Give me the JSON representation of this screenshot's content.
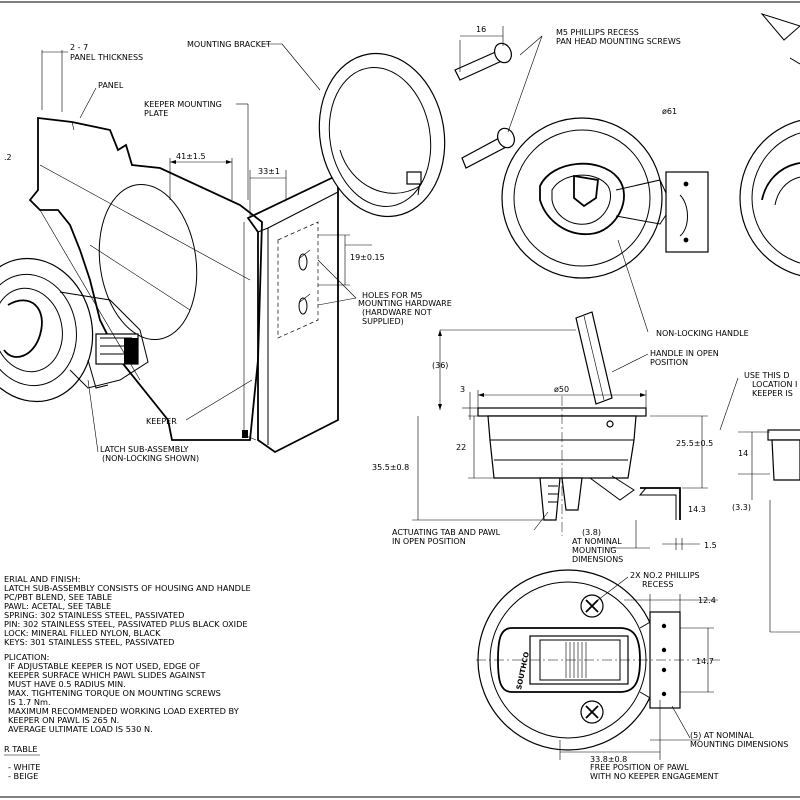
{
  "labels": {
    "panel_thickness_dim": "2 - 7",
    "panel_thickness": "PANEL THICKNESS",
    "panel": "PANEL",
    "mounting_bracket": "MOUNTING BRACKET",
    "screw_length": "16",
    "screws_1": "M5 PHILLIPS RECESS",
    "screws_2": "PAN HEAD MOUNTING SCREWS",
    "keeper_plate_1": "KEEPER MOUNTING",
    "keeper_plate_2": "PLATE",
    "dim_41": "41±1.5",
    "dim_33": "33±1",
    "dim_19": "19±0.15",
    "partial_dim": ".2",
    "holes_1": "HOLES FOR M5",
    "holes_2": "MOUNTING HARDWARE",
    "holes_3": "(HARDWARE NOT",
    "holes_4": "SUPPLIED)",
    "keeper": "KEEPER",
    "latch_1": "LATCH SUB-ASSEMBLY",
    "latch_2": "(NON-LOCKING SHOWN)",
    "dia_61": "ø61",
    "non_locking_handle": "NON-LOCKING HANDLE",
    "handle_open_1": "HANDLE IN OPEN",
    "handle_open_2": "POSITION",
    "use_this_1": "USE THIS D",
    "use_this_2": "LOCATION I",
    "use_this_3": "KEEPER IS",
    "dim_36": "(36)",
    "dim_3": "3",
    "dia_50": "ø50",
    "dim_22": "22",
    "dim_35_5": "35.5±0.8",
    "dim_25_5": "25.5±0.5",
    "dim_14": "14",
    "dim_3_3": "(3.3)",
    "dim_14_3": "14.3",
    "actuating_1": "ACTUATING TAB AND PAWL",
    "actuating_2": "IN OPEN POSITION",
    "dim_3_8": "(3.8)",
    "nominal_1": "AT NOMINAL",
    "nominal_2": "MOUNTING",
    "nominal_3": "DIMENSIONS",
    "dim_1_5": "1.5",
    "phillips_1": "2X NO.2 PHILLIPS",
    "phillips_2": "RECESS",
    "dim_12_4": "12.4",
    "dim_14_7": "14.7",
    "brand": "SOUTHCO",
    "dim_5_1": "(5) AT NOMINAL",
    "dim_5_2": "MOUNTING DIMENSIONS",
    "dim_33_8": "33.8±0.8",
    "free_pos_1": "FREE POSITION OF PAWL",
    "free_pos_2": "WITH NO KEEPER ENGAGEMENT"
  },
  "notes": {
    "material": [
      "ERIAL AND FINISH:",
      "LATCH SUB-ASSEMBLY CONSISTS OF HOUSING AND HANDLE",
      "PC/PBT BLEND, SEE TABLE",
      "PAWL: ACETAL, SEE TABLE",
      "SPRING: 302 STAINLESS STEEL, PASSIVATED",
      "PIN: 302 STAINLESS STEEL, PASSIVATED PLUS BLACK OXIDE",
      "LOCK: MINERAL FILLED NYLON, BLACK",
      "KEYS: 301 STAINLESS STEEL, PASSIVATED"
    ],
    "application": [
      "PLICATION:",
      "IF ADJUSTABLE KEEPER IS NOT USED, EDGE OF",
      "KEEPER SURFACE WHICH PAWL SLIDES AGAINST",
      "MUST HAVE 0.5 RADIUS MIN.",
      "MAX. TIGHTENING TORQUE ON MOUNTING SCREWS",
      "IS 1.7 Nm.",
      "MAXIMUM RECOMMENDED WORKING LOAD EXERTED BY",
      "KEEPER ON PAWL IS 265 N.",
      "AVERAGE ULTIMATE LOAD IS 530 N."
    ],
    "table_title": "R TABLE",
    "table_rows": [
      "-  WHITE",
      "-  BEIGE"
    ]
  }
}
